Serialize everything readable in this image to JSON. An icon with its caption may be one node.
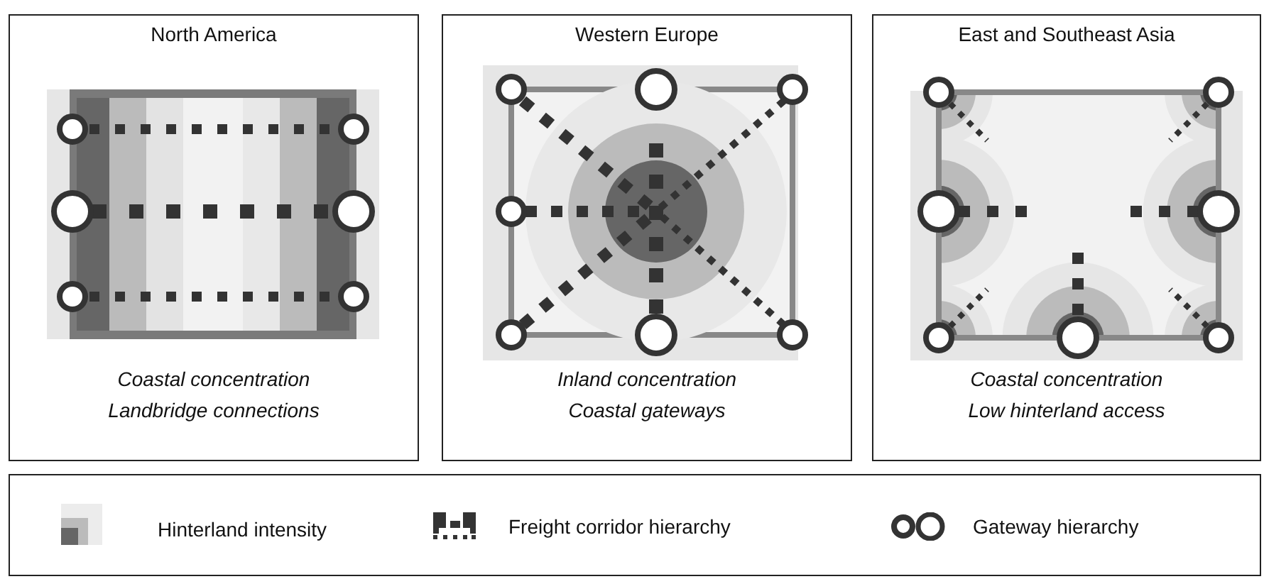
{
  "diagram": {
    "nodes": [
      {
        "text": [
          "North America",
          "Coastal concentration",
          "Landbridge connections"
        ]
      },
      {
        "text": [
          "Western Europe",
          "Inland concentration",
          "Coastal gateways"
        ]
      },
      {
        "text": [
          "East and Southeast Asia",
          "Coastal concentration",
          "Low hinterland access"
        ]
      }
    ],
    "legend": [
      {
        "text": "Hinterland intensity"
      },
      {
        "text": "Freight corridor hierarchy"
      },
      {
        "text": "Gateway hierarchy"
      }
    ]
  }
}
